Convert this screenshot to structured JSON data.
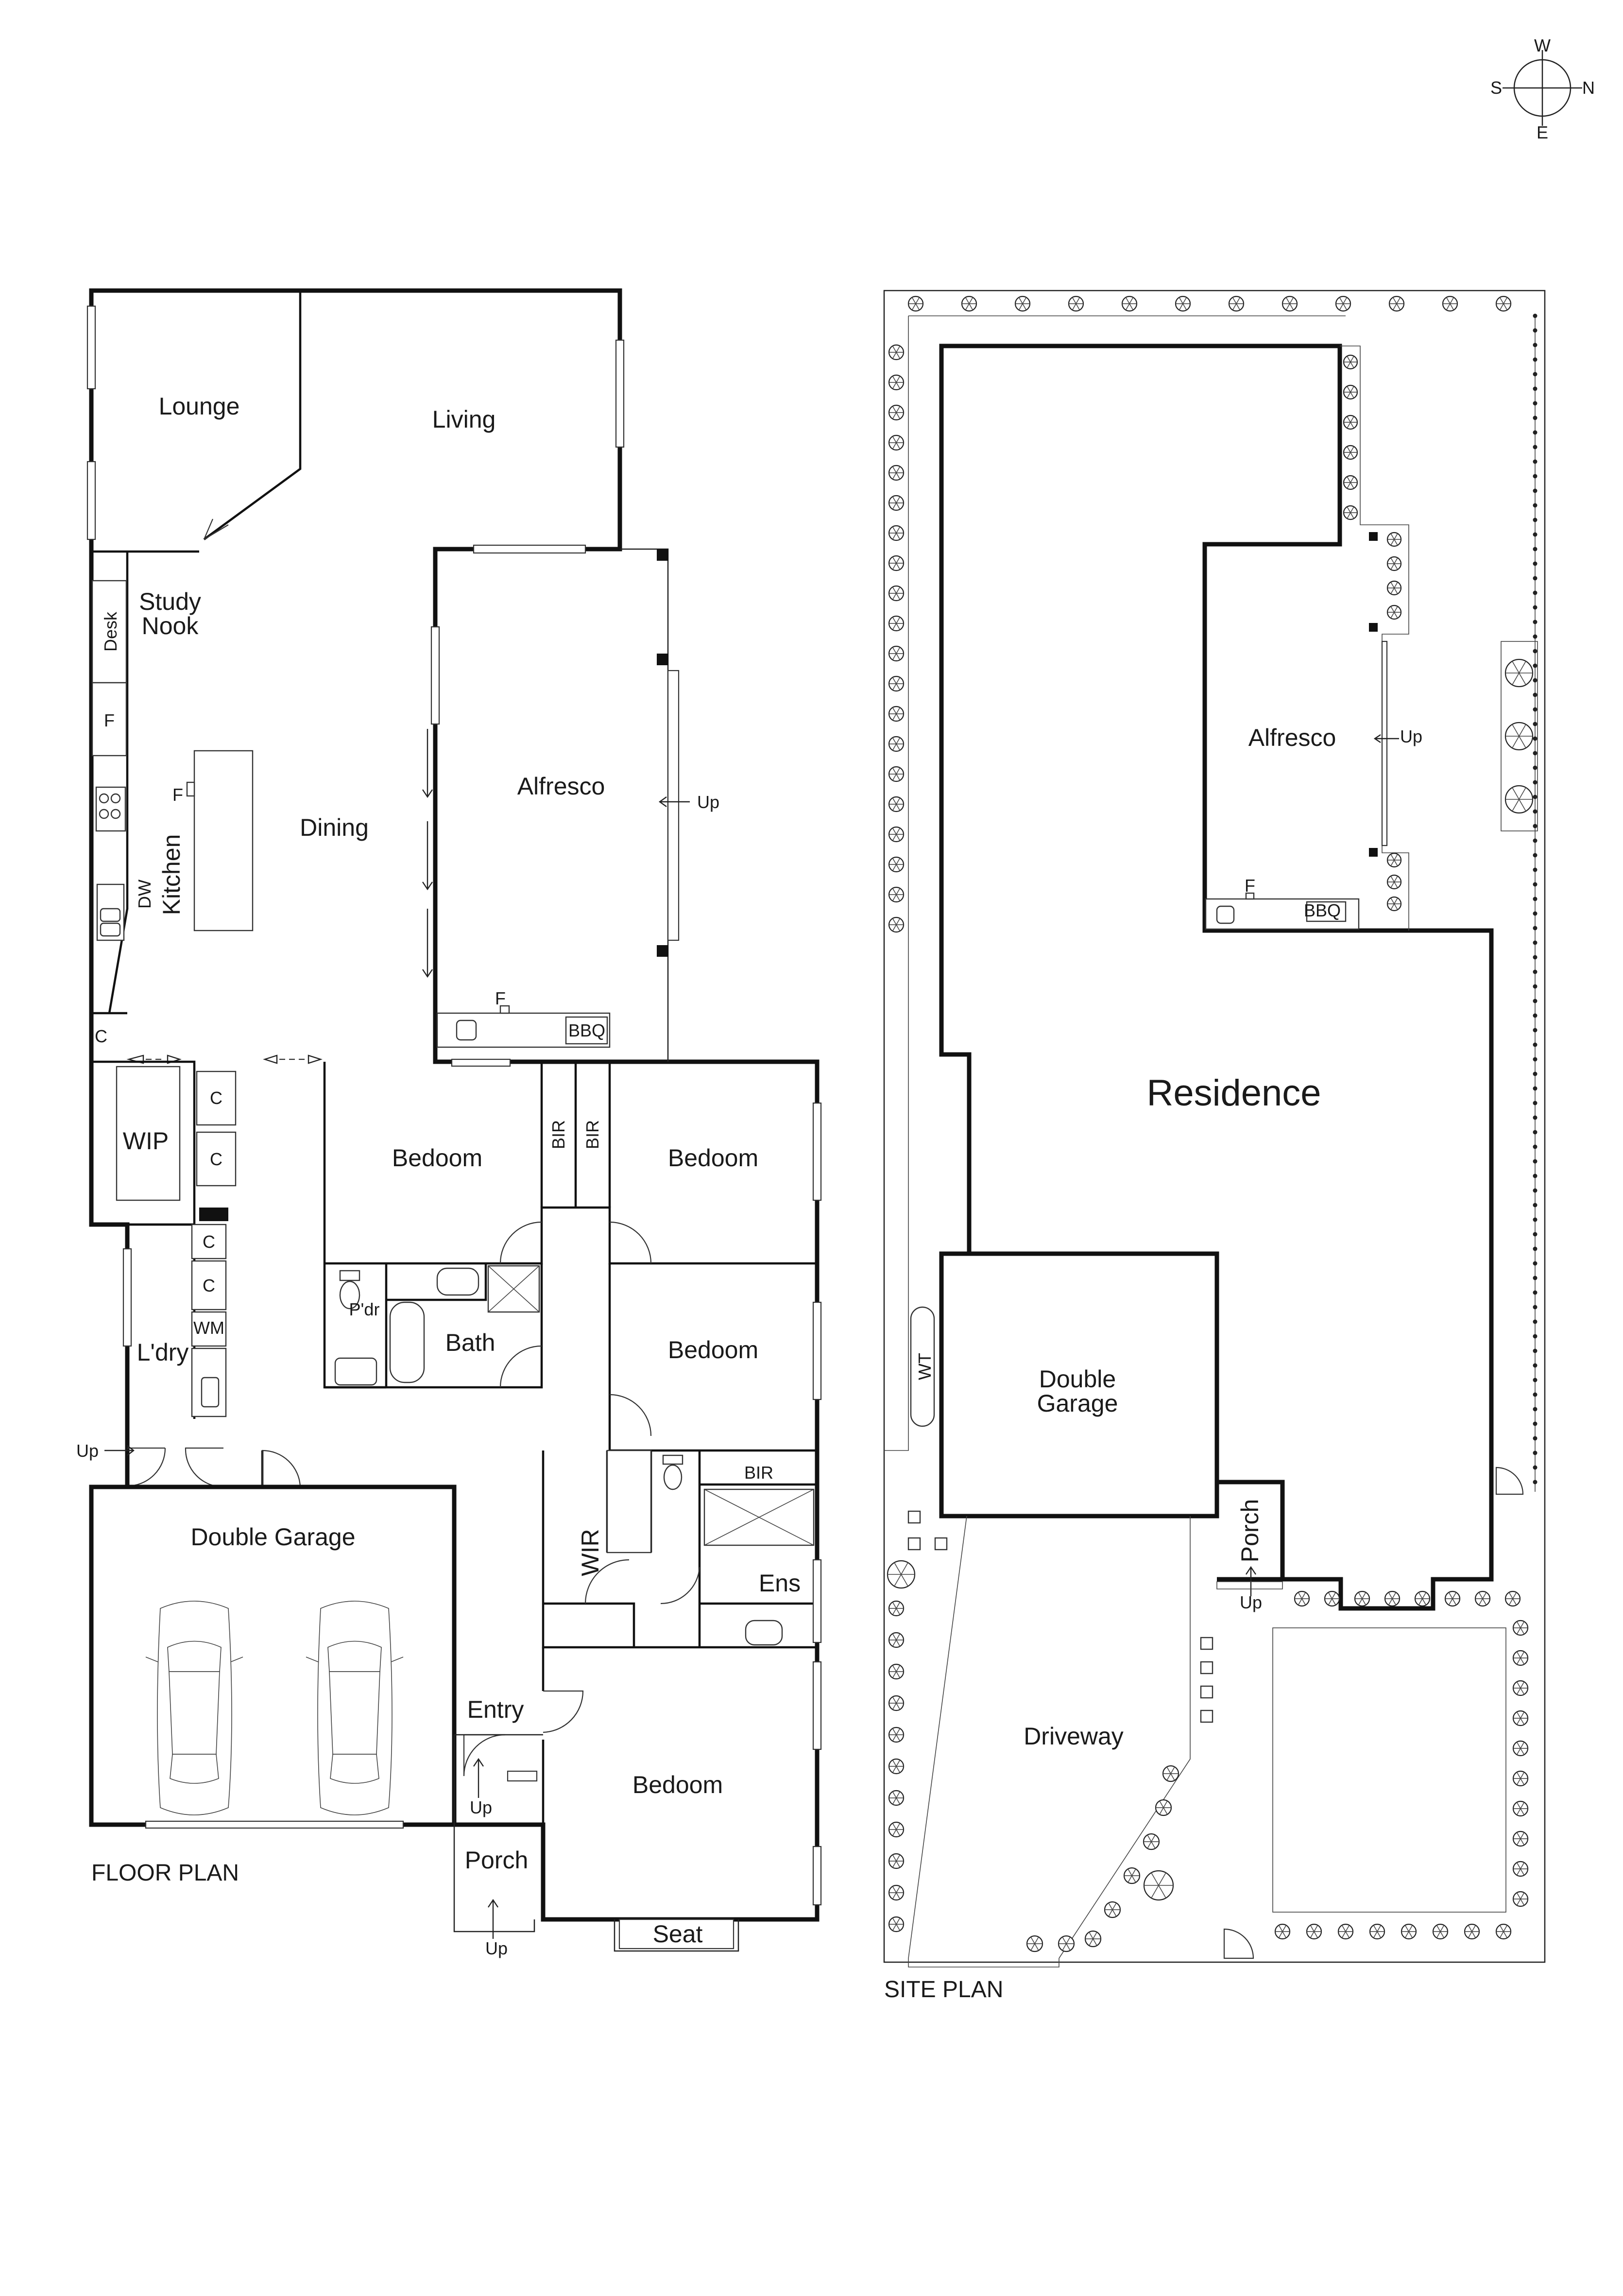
{
  "compass": {
    "n": "N",
    "s": "S",
    "e": "E",
    "w": "W"
  },
  "floor_plan": {
    "caption": "FLOOR PLAN",
    "rooms": {
      "lounge": "Lounge",
      "living": "Living",
      "study_1": "Study",
      "study_2": "Nook",
      "desk": "Desk",
      "dining": "Dining",
      "kitchen": "Kitchen",
      "alfresco": "Alfresco",
      "wip": "WIP",
      "laundry": "L'dry",
      "wm": "WM",
      "bed_1": "Bedoom",
      "bed_2": "Bedoom",
      "bed_3": "Bedoom",
      "bed_4": "Bedoom",
      "bir_1": "BIR",
      "bir_2": "BIR",
      "bir_3": "BIR",
      "pdr": "P'dr",
      "bath": "Bath",
      "wir": "WIR",
      "ens": "Ens",
      "entry": "Entry",
      "porch": "Porch",
      "seat": "Seat",
      "garage": "Double Garage",
      "bbq": "BBQ",
      "f_1": "F",
      "f_2": "F",
      "f_3": "F",
      "dw": "DW",
      "c_1": "C",
      "c_2": "C",
      "c_3": "C",
      "c_4": "C",
      "c_5": "C",
      "up_1": "Up",
      "up_2": "Up",
      "up_3": "Up",
      "up_4": "Up"
    }
  },
  "site_plan": {
    "caption": "SITE PLAN",
    "rooms": {
      "residence": "Residence",
      "alfresco": "Alfresco",
      "garage_1": "Double",
      "garage_2": "Garage",
      "porch": "Porch",
      "driveway": "Driveway",
      "wt": "WT",
      "bbq": "BBQ",
      "f": "F",
      "up_1": "Up",
      "up_2": "Up"
    }
  }
}
